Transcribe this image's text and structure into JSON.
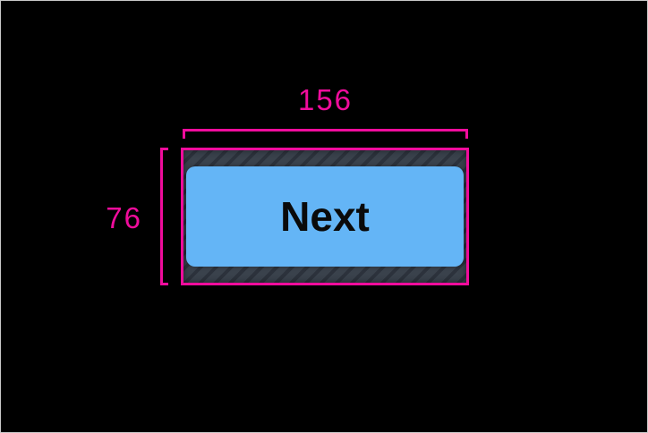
{
  "theme": {
    "canvas_bg": "#000000",
    "frame_border": "#c9c9c9",
    "annotation_pink": "#F00C9C",
    "button_blue": "#64B5F6",
    "button_text": "#0a0a0a",
    "hatch_base": "#3a424c",
    "hatch_stripe": "#2c323c"
  },
  "annotation": {
    "width_label": "156",
    "height_label": "76"
  },
  "button": {
    "label": "Next"
  }
}
